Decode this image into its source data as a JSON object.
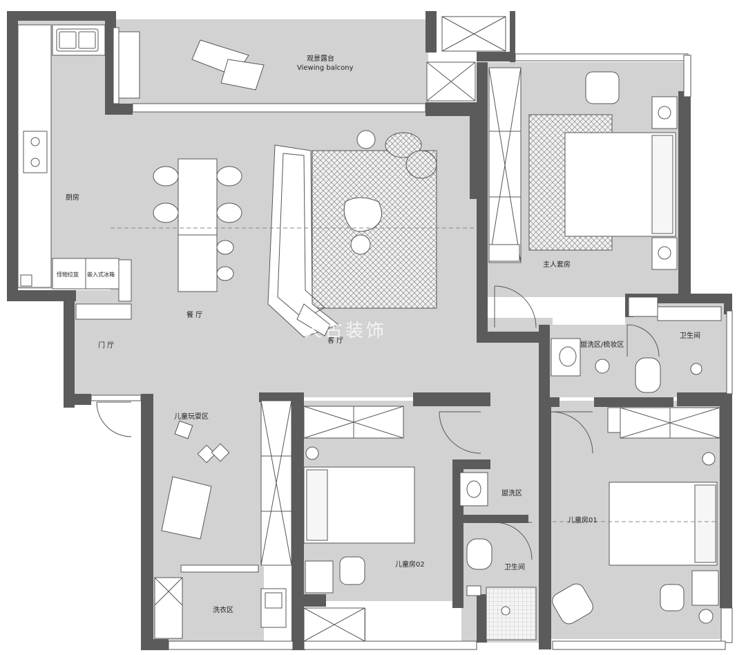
{
  "colors": {
    "floor": "#d2d2d2",
    "wall": "#5b5b5b",
    "furniture": "#ffffff",
    "line": "#555555"
  },
  "rooms": {
    "balcony_cn": "观景露台",
    "balcony_en": "Viewing balcony",
    "kitchen": "厨房",
    "pullout_basket": "怪物拉篮",
    "fridge": "嵌入式冰箱",
    "dining": "餐 厅",
    "living": "客 厅",
    "entrance": "门 厅",
    "kids_play": "儿童玩耍区",
    "laundry": "洗衣区",
    "master": "主人套房",
    "master_vanity": "盥洗区/梳妆区",
    "master_bath": "卫生间",
    "kids_room_02": "儿童房02",
    "wash_area": "盥洗区",
    "bath_2": "卫生间",
    "kids_room_01": "儿童房01"
  },
  "watermark": "天古装饰"
}
